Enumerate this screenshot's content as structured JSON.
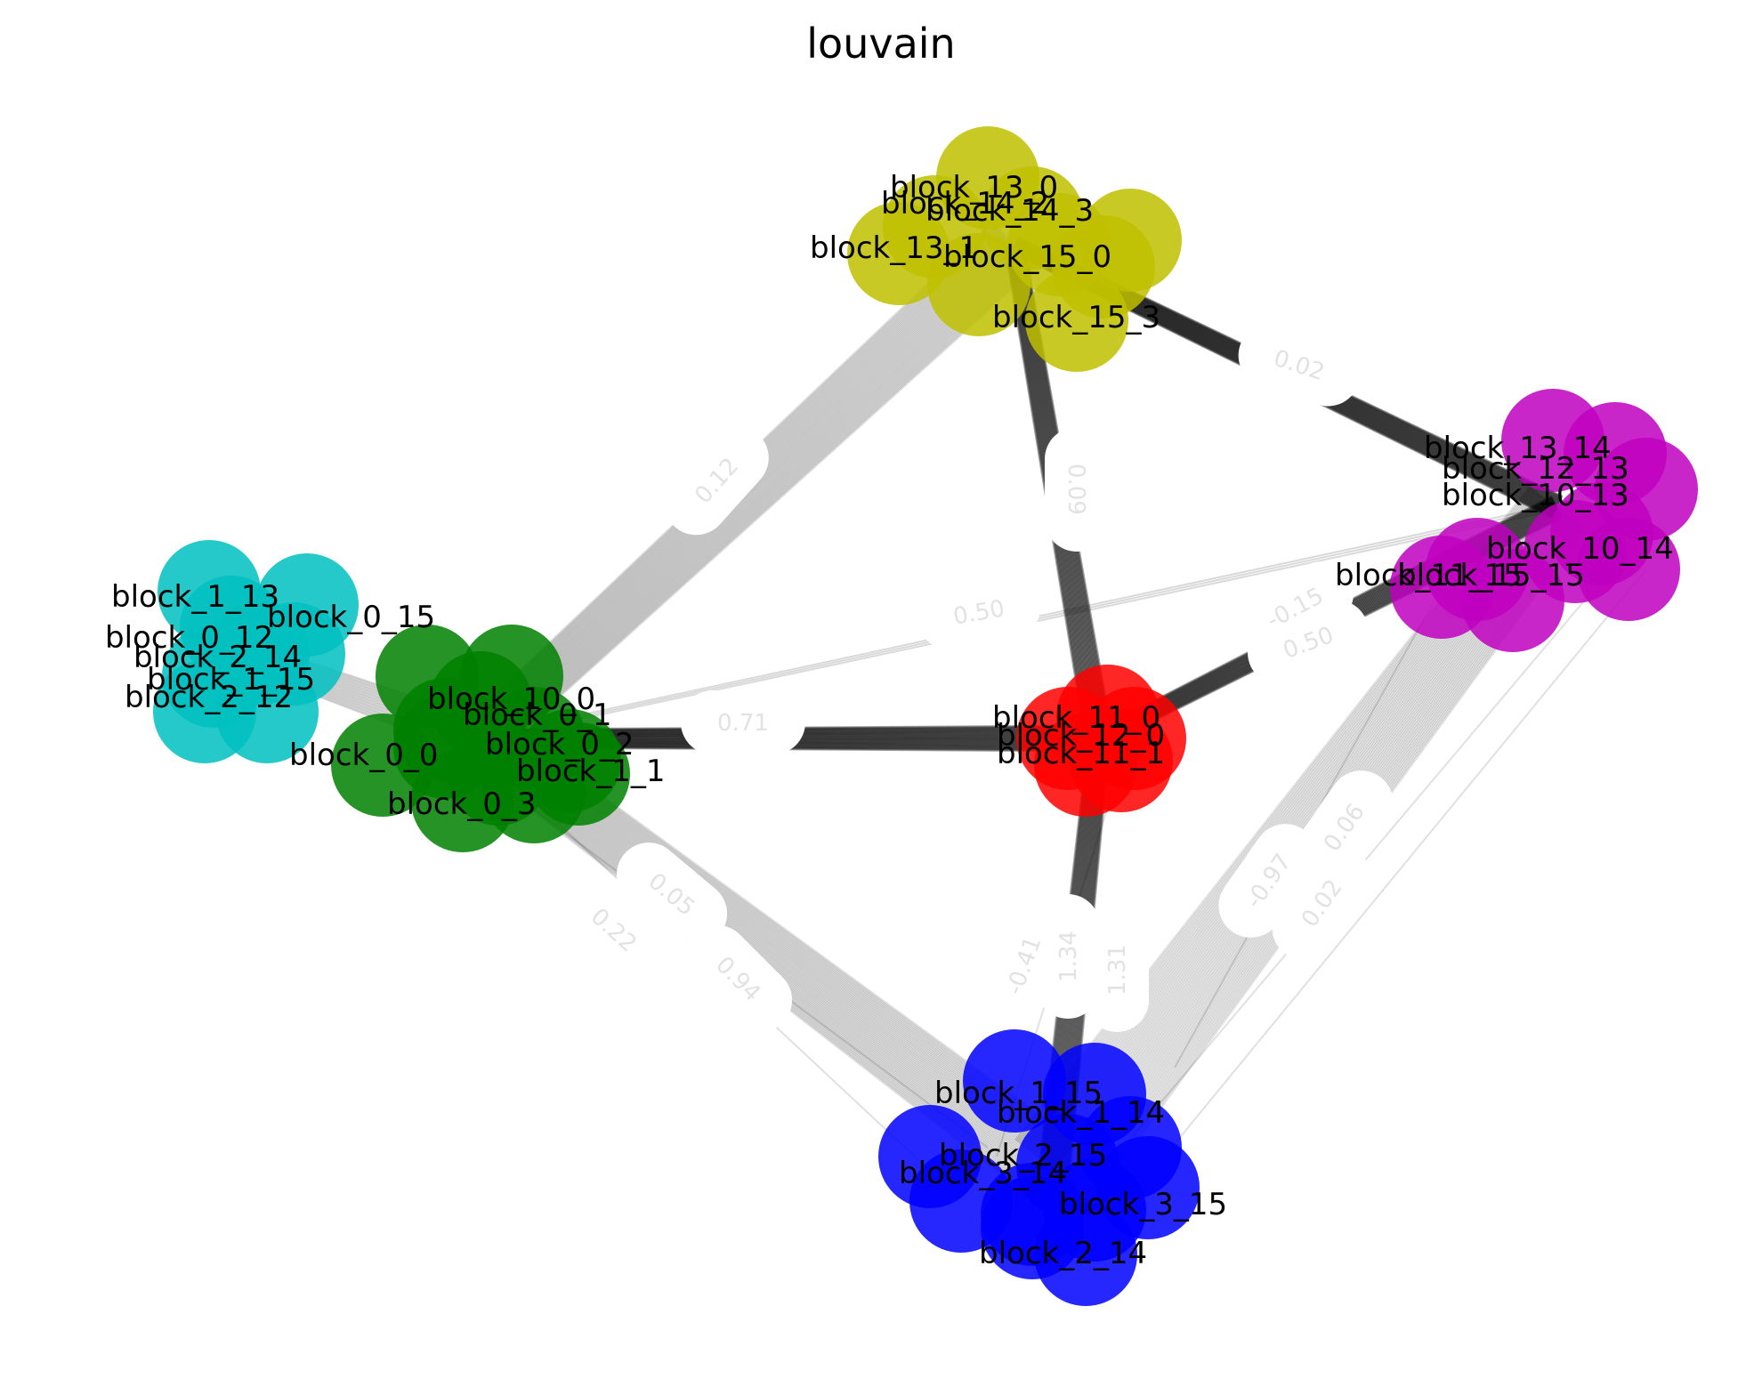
{
  "title": "louvain",
  "communities": [
    {
      "id": "cyan",
      "color": "#00bfbf",
      "labels": [
        "block_1_13",
        "block_0_15",
        "block_0_12",
        "block_2_14",
        "block_1_15",
        "block_2_12"
      ]
    },
    {
      "id": "green",
      "color": "#008000",
      "labels": [
        "block_10_0",
        "block_0_1",
        "block_0_2",
        "block_1_1",
        "block_0_3",
        "block_0_0"
      ]
    },
    {
      "id": "yellow",
      "color": "#bfbf00",
      "labels": [
        "block_13_0",
        "block_14_2",
        "block_14_3",
        "block_13_1",
        "block_15_0",
        "block_15_3"
      ]
    },
    {
      "id": "red",
      "color": "#ff0000",
      "labels": [
        "block_11_0",
        "block_12_0",
        "block_11_1"
      ]
    },
    {
      "id": "magenta",
      "color": "#bf00bf",
      "labels": [
        "block_13_14",
        "block_12_13",
        "block_10_13",
        "block_10_14",
        "block_11_15",
        "block_15_15"
      ]
    },
    {
      "id": "blue",
      "color": "#0000ff",
      "labels": [
        "block_1_15",
        "block_1_14",
        "block_2_15",
        "block_3_14",
        "block_3_15",
        "block_2_14"
      ]
    }
  ],
  "edge_labels": [
    "0.71",
    "0.50",
    "0.12",
    "0.02",
    "0.09",
    "-0.15",
    "0.50",
    "0.05",
    "0.22",
    "0.94",
    "-0.41",
    "1.34",
    "1.31",
    "-0.97",
    "0.06",
    "0.02"
  ],
  "colors": {
    "edge": "#000000",
    "edge_label": "#e2e2e2",
    "background": "#ffffff"
  }
}
